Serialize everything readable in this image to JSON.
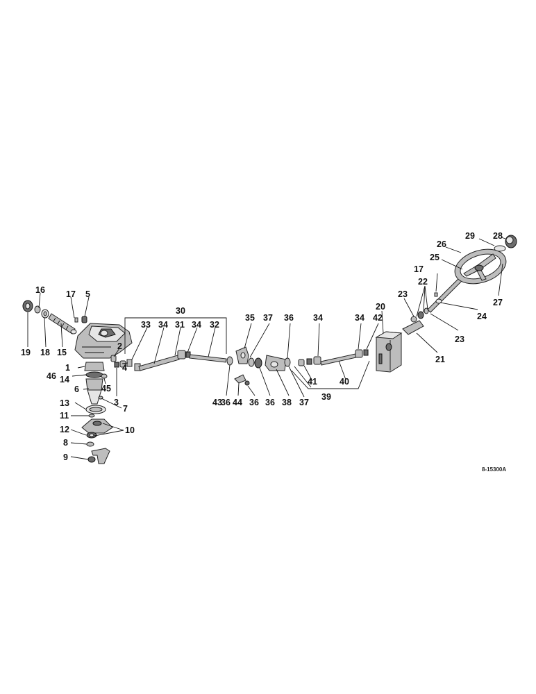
{
  "drawing_ref": "8-15300A",
  "callouts": {
    "c1": "1",
    "c2": "2",
    "c3": "3",
    "c4": "4",
    "c5": "5",
    "c6": "6",
    "c7": "7",
    "c8": "8",
    "c9": "9",
    "c10": "10",
    "c11": "11",
    "c12": "12",
    "c13": "13",
    "c14": "14",
    "c15": "15",
    "c16": "16",
    "c17a": "17",
    "c17b": "17",
    "c18": "18",
    "c19": "19",
    "c20": "20",
    "c21": "21",
    "c22": "22",
    "c23a": "23",
    "c23b": "23",
    "c24": "24",
    "c25": "25",
    "c26": "26",
    "c27": "27",
    "c28": "28",
    "c29": "29",
    "c30": "30",
    "c31": "31",
    "c32": "32",
    "c33": "33",
    "c34a": "34",
    "c34b": "34",
    "c34c": "34",
    "c34d": "34",
    "c35": "35",
    "c36a": "36",
    "c36b": "36",
    "c36c": "36",
    "c36d": "36",
    "c37a": "37",
    "c37b": "37",
    "c38": "38",
    "c39": "39",
    "c40": "40",
    "c41": "41",
    "c42": "42",
    "c43": "43",
    "c44": "44",
    "c45": "45",
    "c46": "46"
  }
}
